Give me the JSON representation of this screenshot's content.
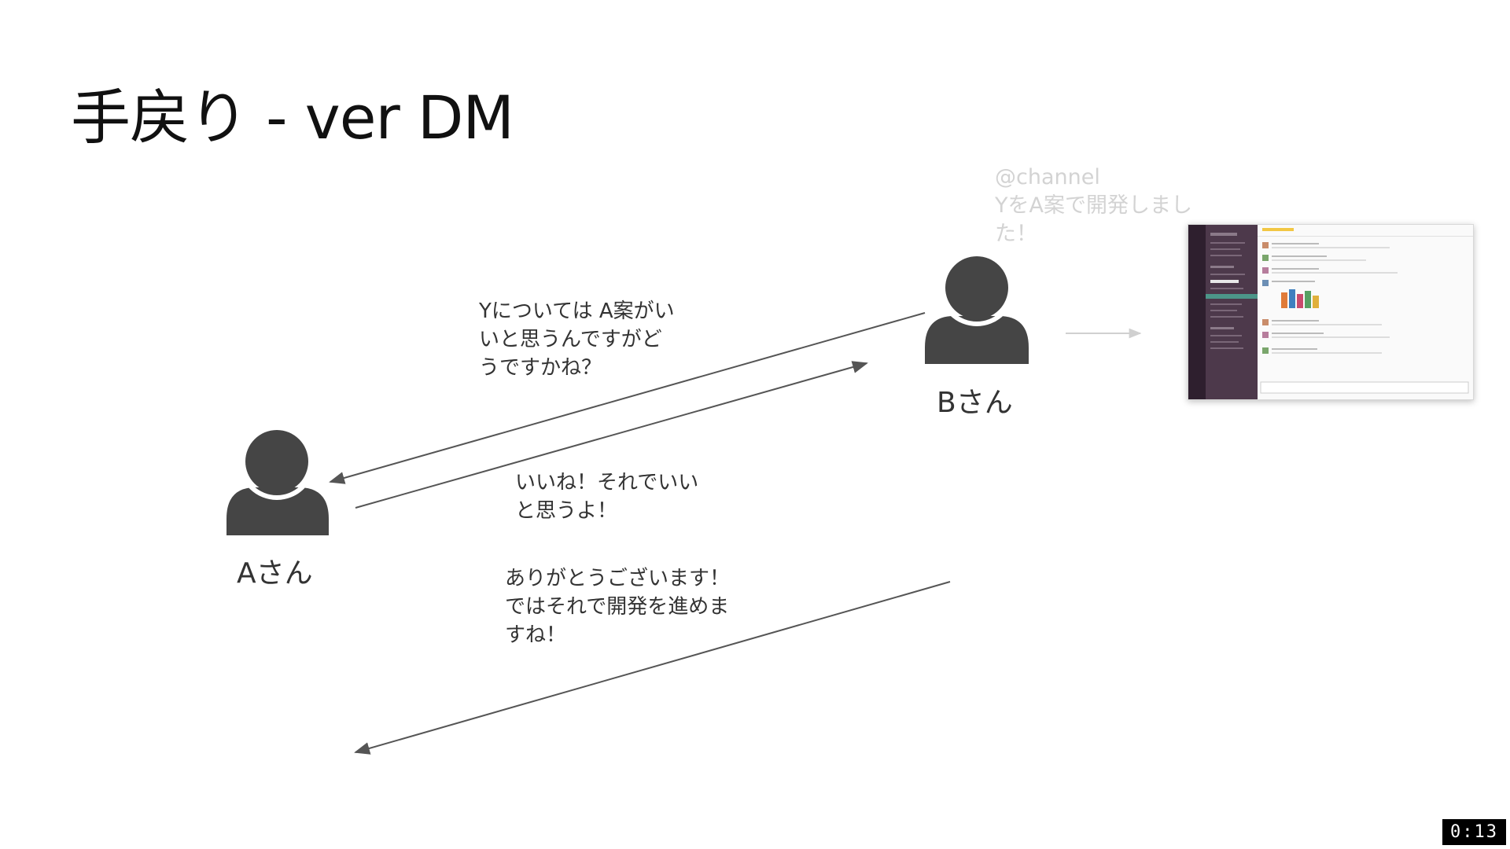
{
  "slide": {
    "title": "手戻り - ver DM"
  },
  "people": {
    "a_label": "Aさん",
    "b_label": "Bさん"
  },
  "messages": {
    "question": "Yについては A案がい\nいと思うんですがど\nうですかね？",
    "agree": "いいね！それでいい\nと思うよ！",
    "thanks": "ありがとうございます！\nではそれで開発を進めま\nすね！"
  },
  "announcement": {
    "text": "@channel\nYをA案で開発しまし\nた！"
  },
  "video": {
    "timestamp": "0:13"
  },
  "colors": {
    "person_fill": "#454545",
    "arrow": "#555555",
    "faded_arrow": "#d0d0d0",
    "faded_text": "#d3d3d3"
  },
  "icons": {
    "person": "person-icon",
    "slack": "slack-screenshot"
  }
}
